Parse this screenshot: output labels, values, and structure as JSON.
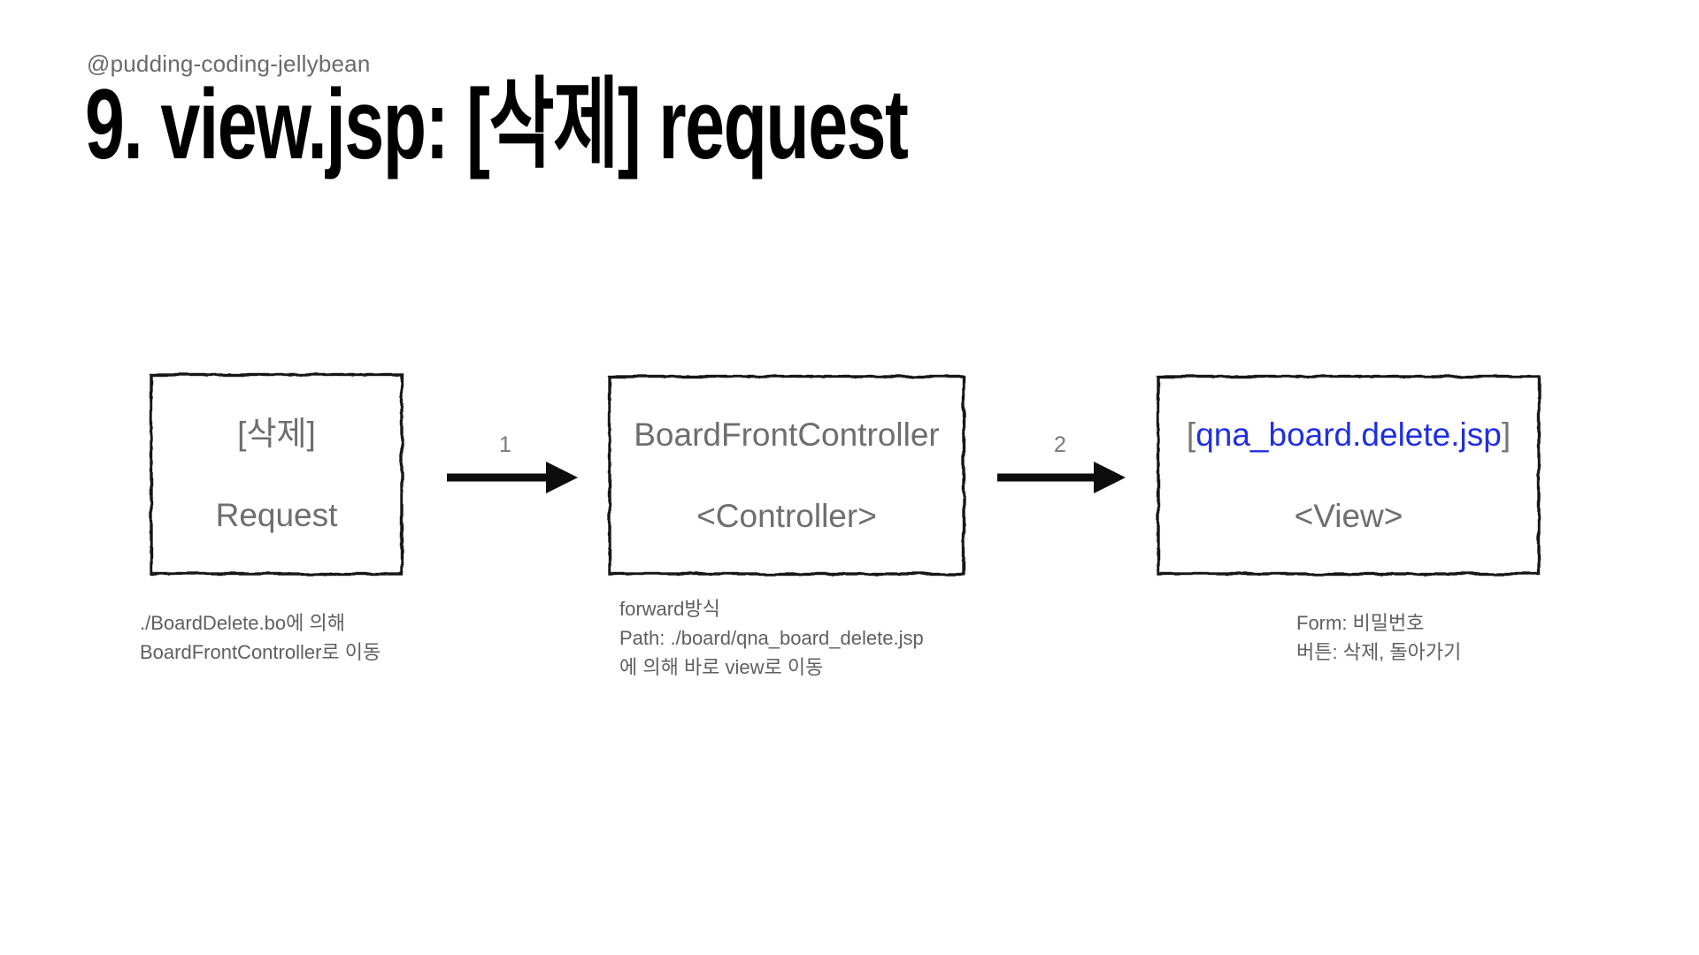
{
  "slide": {
    "handle": "@pudding-coding-jellybean",
    "title": "9. view.jsp: [삭제] request"
  },
  "colors": {
    "title_black": "#000000",
    "handle_gray": "#6A6A6A",
    "diagram_text_gray": "#6E6E6E",
    "bracket_gray": "#757575",
    "link_blue": "#1F2FE2",
    "caption_gray": "#5F5F5F",
    "arrow_label_gray": "#7A7A7A",
    "ink_black": "#141414"
  },
  "diagram": {
    "nodes": [
      {
        "id": "request",
        "line1": "[삭제]",
        "line2": "Request",
        "caption": "./BoardDelete.bo에 의해\nBoardFrontController로 이동"
      },
      {
        "id": "controller",
        "line1": "BoardFrontController",
        "line2": "<Controller>",
        "caption": "forward방식\nPath: ./board/qna_board_delete.jsp\n에 의해 바로 view로 이동"
      },
      {
        "id": "view",
        "line1_open_bracket": "[",
        "line1_link": "qna_board.delete.jsp",
        "line1_close_bracket": "]",
        "line2": "<View>",
        "caption": "Form: 비밀번호\n버튼: 삭제, 돌아가기"
      }
    ],
    "arrows": [
      {
        "label": "1"
      },
      {
        "label": "2"
      }
    ]
  }
}
